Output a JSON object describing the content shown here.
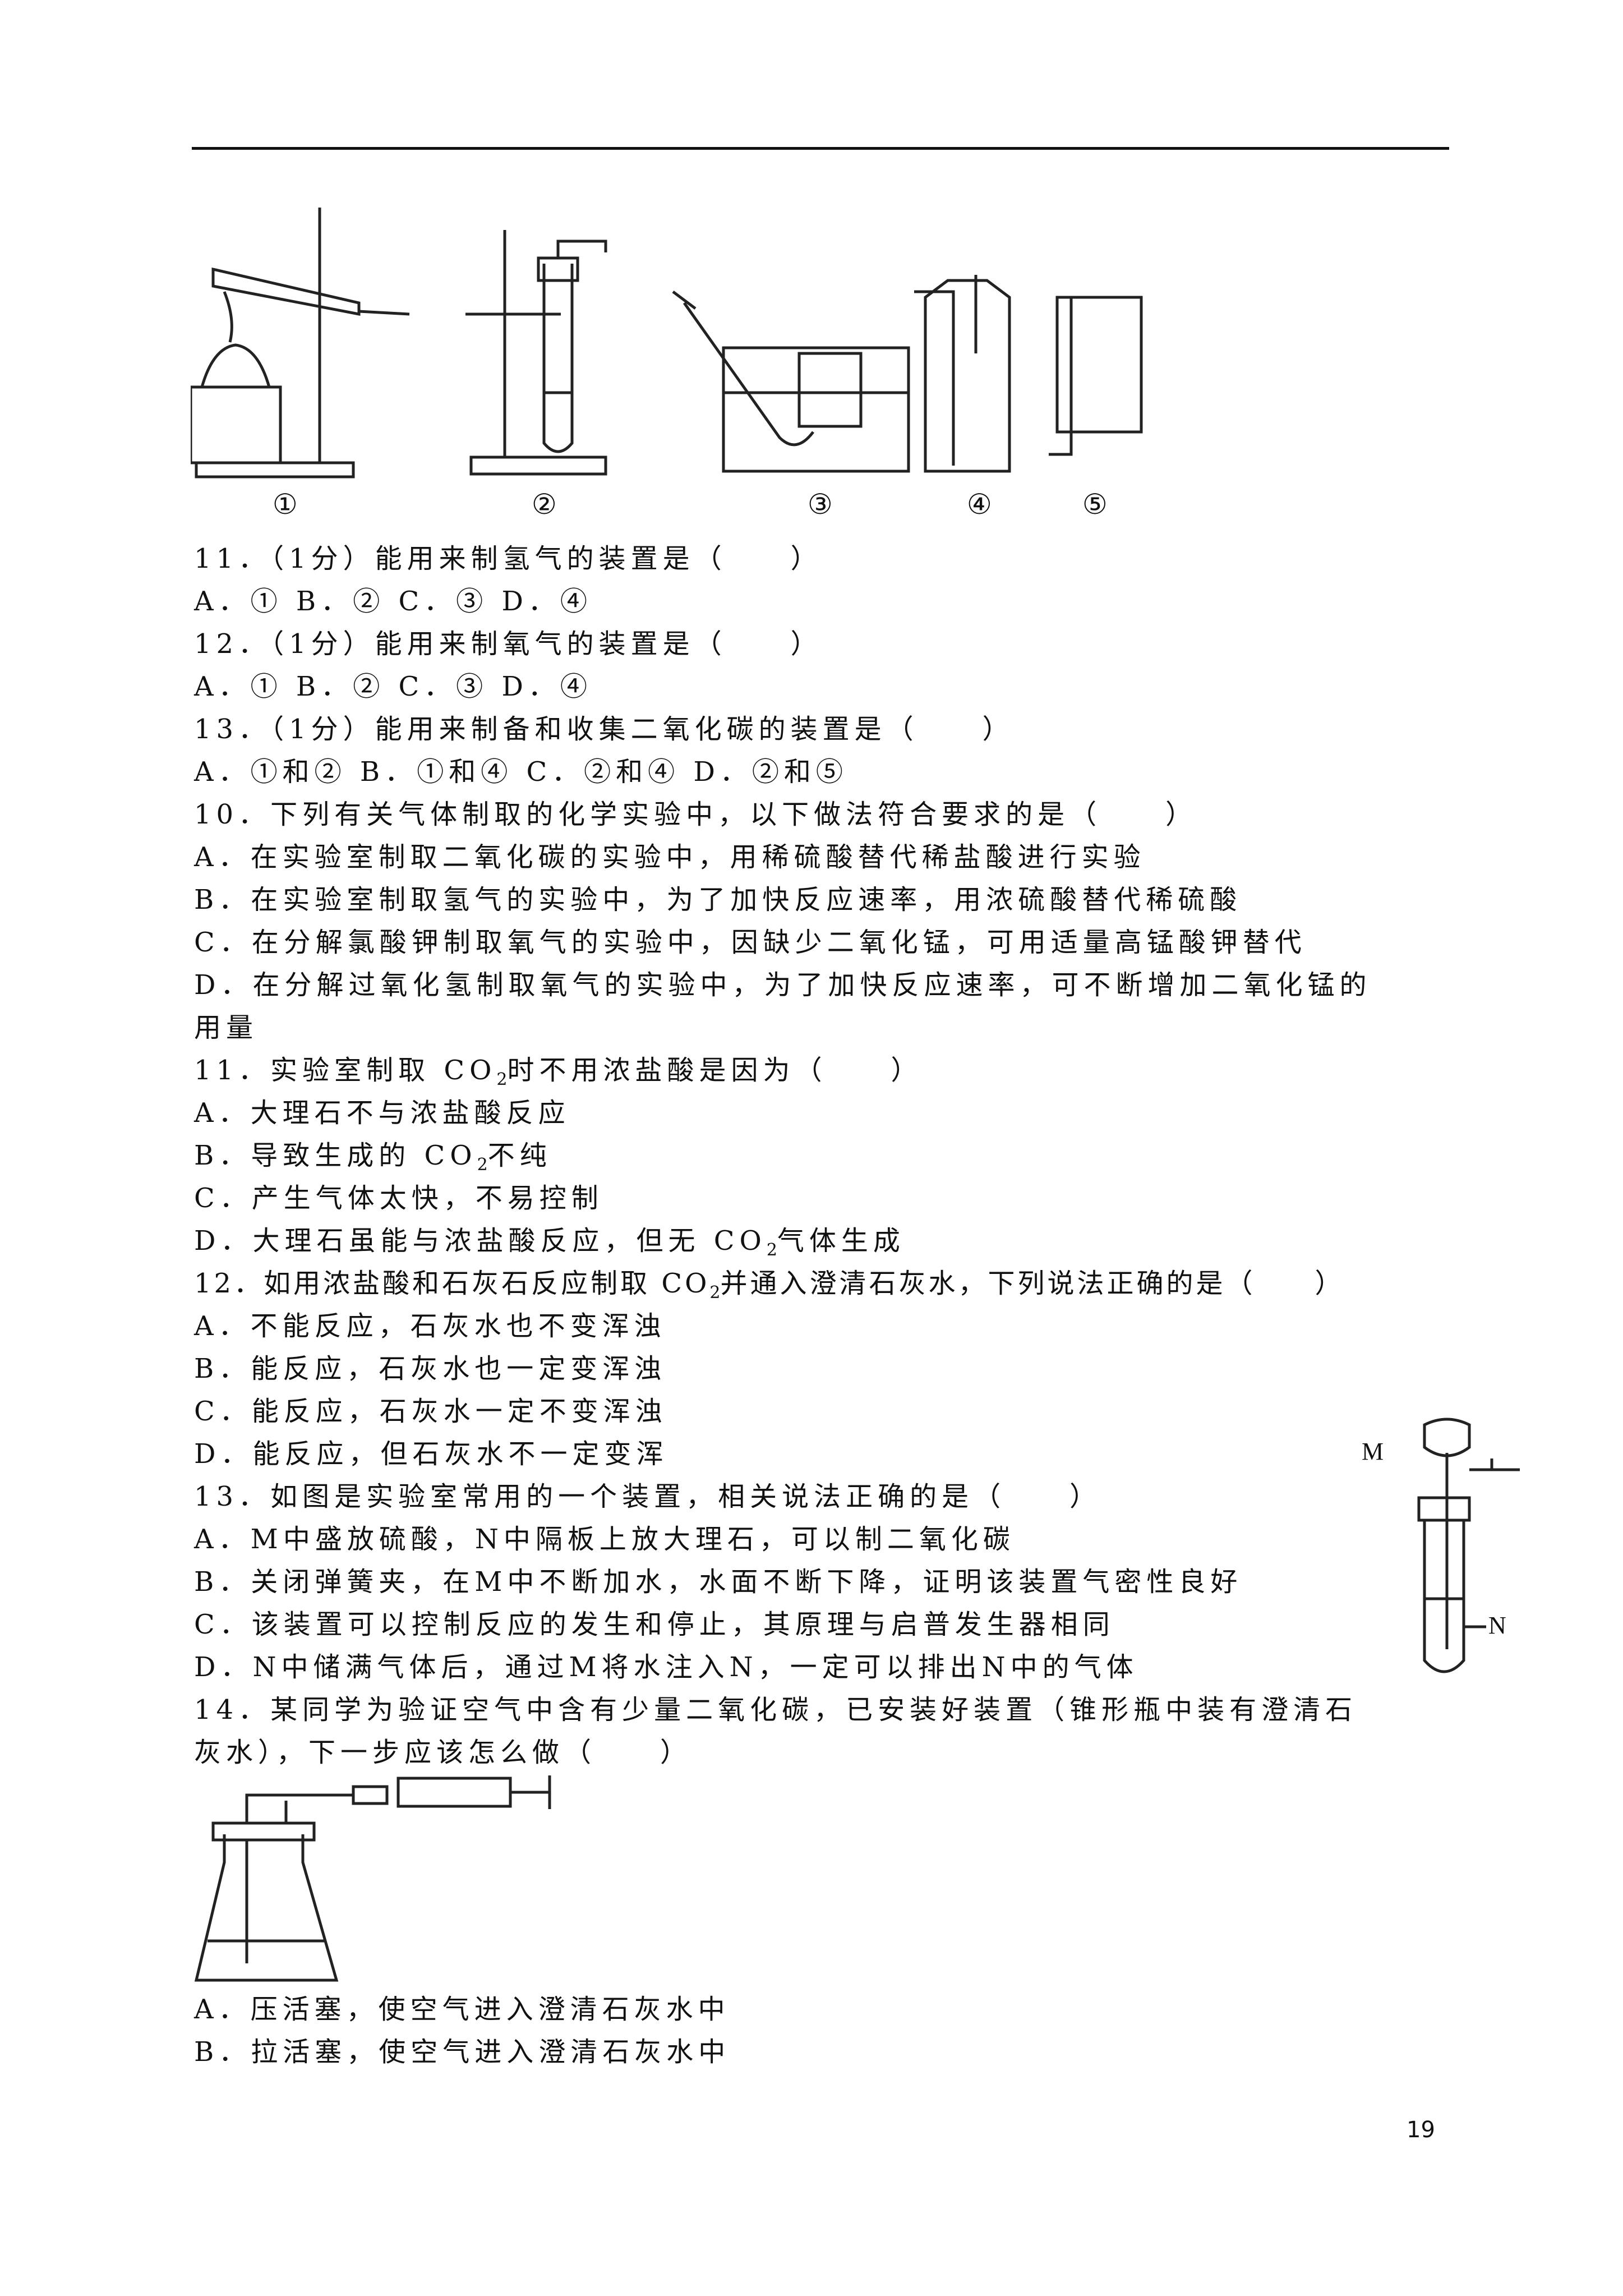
{
  "figure_labels": [
    "①",
    "②",
    "③",
    "④",
    "⑤"
  ],
  "questions": [
    {
      "id": "q11a",
      "text": "11．（1分）能用来制氢气的装置是（　　）"
    },
    {
      "id": "q11a_opts",
      "text": "A．① B．② C．③ D．④"
    },
    {
      "id": "q12a",
      "text": "12．（1分）能用来制氧气的装置是（　　）"
    },
    {
      "id": "q12a_opts",
      "text": "A．① B．② C．③ D．④"
    },
    {
      "id": "q13a",
      "text": "13．（1分）能用来制备和收集二氧化碳的装置是（　　）"
    },
    {
      "id": "q13a_opts",
      "text": "A．①和② B．①和④ C．②和④ D．②和⑤"
    },
    {
      "id": "q10",
      "text": "10．下列有关气体制取的化学实验中，以下做法符合要求的是（　　）"
    },
    {
      "id": "q10_a",
      "text": "A．在实验室制取二氧化碳的实验中，用稀硫酸替代稀盐酸进行实验"
    },
    {
      "id": "q10_b",
      "text": "B．在实验室制取氢气的实验中，为了加快反应速率，用浓硫酸替代稀硫酸"
    },
    {
      "id": "q10_c",
      "text": "C．在分解氯酸钾制取氧气的实验中，因缺少二氧化锰，可用适量高锰酸钾替代"
    },
    {
      "id": "q10_d",
      "text": "D．在分解过氧化氢制取氧气的实验中，为了加快反应速率，可不断增加二氧化锰的"
    },
    {
      "id": "q10_d2",
      "text": "用量"
    },
    {
      "id": "q11b_pre",
      "text": "11．实验室制取 CO",
      "sub": "2",
      "post": "时不用浓盐酸是因为（　　）"
    },
    {
      "id": "q11b_a",
      "text": "A．大理石不与浓盐酸反应"
    },
    {
      "id": "q11b_b_pre",
      "text": "B．导致生成的 CO",
      "sub": "2",
      "post": "不纯"
    },
    {
      "id": "q11b_c",
      "text": "C．产生气体太快，不易控制"
    },
    {
      "id": "q11b_d_pre",
      "text": "D．大理石虽能与浓盐酸反应，但无 CO",
      "sub": "2",
      "post": "气体生成"
    },
    {
      "id": "q12b_pre",
      "text": "12．如用浓盐酸和石灰石反应制取 CO",
      "sub": "2",
      "post": "并通入澄清石灰水，下列说法正确的是（　　）"
    },
    {
      "id": "q12b_a",
      "text": "A．不能反应，石灰水也不变浑浊"
    },
    {
      "id": "q12b_b",
      "text": "B．能反应，石灰水也一定变浑浊"
    },
    {
      "id": "q12b_c",
      "text": "C．能反应，石灰水一定不变浑浊"
    },
    {
      "id": "q12b_d",
      "text": "D．能反应，但石灰水不一定变浑"
    },
    {
      "id": "q13b",
      "text": "13．如图是实验室常用的一个装置，相关说法正确的是（　　）"
    },
    {
      "id": "q13b_a",
      "text": "A．M中盛放硫酸，N中隔板上放大理石，可以制二氧化碳"
    },
    {
      "id": "q13b_b",
      "text": "B．关闭弹簧夹，在M中不断加水，水面不断下降，证明该装置气密性良好"
    },
    {
      "id": "q13b_c",
      "text": "C．该装置可以控制反应的发生和停止，其原理与启普发生器相同"
    },
    {
      "id": "q13b_d",
      "text": "D．N中储满气体后，通过M将水注入N，一定可以排出N中的气体"
    },
    {
      "id": "q14",
      "text": "14．某同学为验证空气中含有少量二氧化碳，已安装好装置（锥形瓶中装有澄清石"
    },
    {
      "id": "q14_2",
      "text": "灰水），下一步应该怎么做（　　）"
    },
    {
      "id": "q14_a",
      "text": "A．压活塞，使空气进入澄清石灰水中"
    },
    {
      "id": "q14_b",
      "text": "B．拉活塞，使空气进入澄清石灰水中"
    }
  ],
  "apparatus_labels": {
    "m": "M",
    "n": "N"
  },
  "page_number": "19"
}
